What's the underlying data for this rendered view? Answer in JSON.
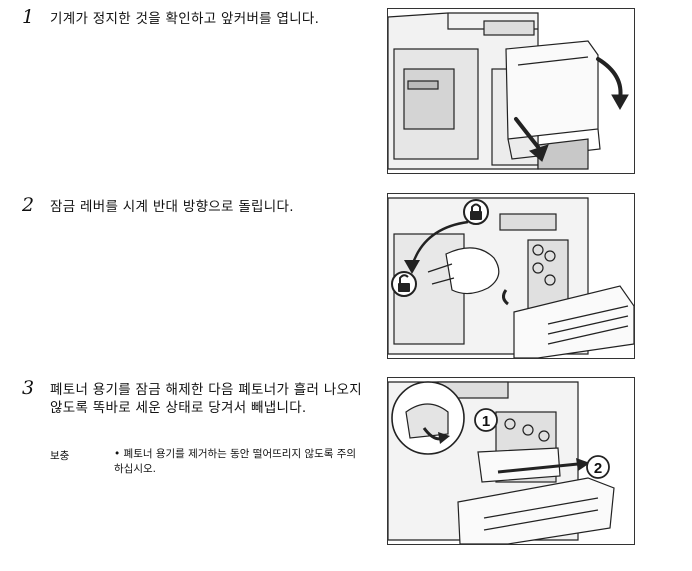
{
  "steps": [
    {
      "number": "1",
      "text": "기계가 정지한 것을 확인하고 앞커버를 엽니다."
    },
    {
      "number": "2",
      "text": "잠금 레버를 시계 반대 방향으로 돌립니다."
    },
    {
      "number": "3",
      "text": "폐토너 용기를 잠금 해제한 다음 폐토너가 흘러 나오지 않도록 똑바로 세운 상태로 당겨서 빼냅니다."
    }
  ],
  "note": {
    "label": "보충",
    "text": "• 폐토너 용기를 제거하는 동안 떨어뜨리지 않도록 주의하십시오."
  },
  "callouts": {
    "first": "1",
    "second": "2"
  },
  "icons": [
    "lock-icon",
    "unlock-icon"
  ]
}
